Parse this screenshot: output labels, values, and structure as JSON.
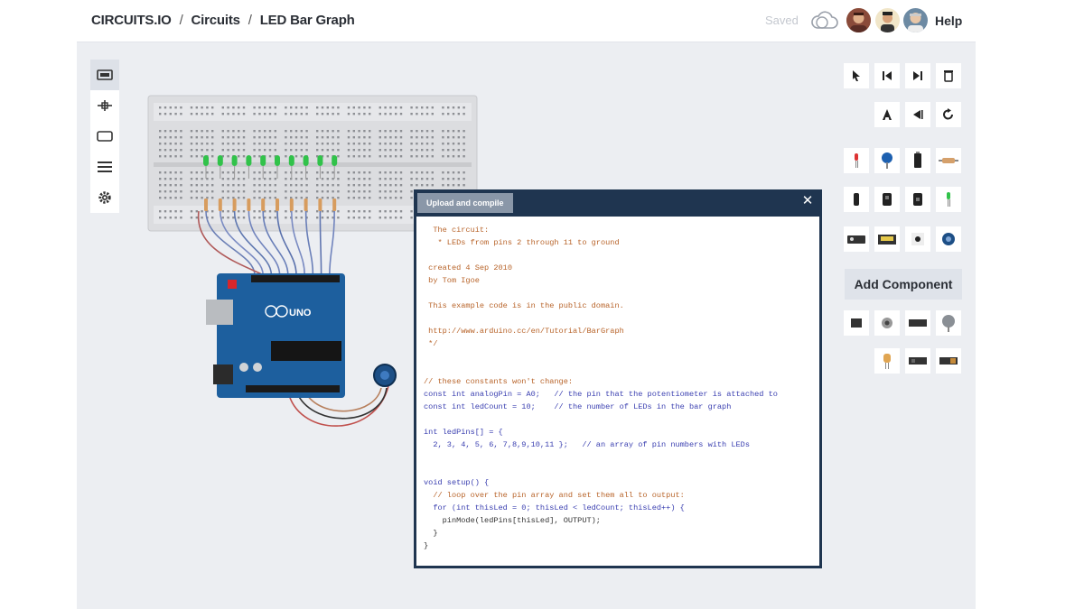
{
  "header": {
    "brand": "CIRCUITS.IO",
    "crumb_1": "Circuits",
    "crumb_2": "LED Bar Graph",
    "separator": "/",
    "save_label": "Saved",
    "help_label": "Help"
  },
  "code_window": {
    "tab_label": "Upload and compile",
    "close_glyph": "✕",
    "lines": [
      {
        "cls": "c",
        "text": "  The circuit:"
      },
      {
        "cls": "c",
        "text": "   * LEDs from pins 2 through 11 to ground"
      },
      {
        "cls": "c",
        "text": ""
      },
      {
        "cls": "c",
        "text": " created 4 Sep 2010"
      },
      {
        "cls": "c",
        "text": " by Tom Igoe"
      },
      {
        "cls": "c",
        "text": ""
      },
      {
        "cls": "c",
        "text": " This example code is in the public domain."
      },
      {
        "cls": "c",
        "text": ""
      },
      {
        "cls": "c",
        "text": " http://www.arduino.cc/en/Tutorial/BarGraph"
      },
      {
        "cls": "c",
        "text": " */"
      },
      {
        "cls": "p",
        "text": ""
      },
      {
        "cls": "p",
        "text": ""
      },
      {
        "cls": "cm",
        "text": "// these constants won't change:"
      },
      {
        "cls": "k",
        "text": "const int analogPin = A0;   // the pin that the potentiometer is attached to"
      },
      {
        "cls": "k",
        "text": "const int ledCount = 10;    // the number of LEDs in the bar graph"
      },
      {
        "cls": "p",
        "text": ""
      },
      {
        "cls": "k",
        "text": "int ledPins[] = {"
      },
      {
        "cls": "k",
        "text": "  2, 3, 4, 5, 6, 7,8,9,10,11 };   // an array of pin numbers with LEDs"
      },
      {
        "cls": "p",
        "text": ""
      },
      {
        "cls": "p",
        "text": ""
      },
      {
        "cls": "k",
        "text": "void setup() {"
      },
      {
        "cls": "cm",
        "text": "  // loop over the pin array and set them all to output:"
      },
      {
        "cls": "k",
        "text": "  for (int thisLed = 0; thisLed < ledCount; thisLed++) {"
      },
      {
        "cls": "p",
        "text": "    pinMode(ledPins[thisLed], OUTPUT);"
      },
      {
        "cls": "p",
        "text": "  }"
      },
      {
        "cls": "p",
        "text": "}"
      }
    ]
  },
  "right_panel": {
    "add_component_label": "Add Component"
  },
  "colors": {
    "accent_dark": "#1f3550",
    "arduino_blue": "#1d5f9e",
    "led_green": "#31c24a"
  },
  "icons": {
    "left_rail": [
      "breadboard-icon",
      "component-icon",
      "board-icon",
      "list-icon",
      "gear-icon"
    ],
    "toolbar": [
      "pointer-icon",
      "step-back-icon",
      "step-forward-icon",
      "trash-icon",
      "rotate-label-icon",
      "flip-icon",
      "redo-icon"
    ]
  }
}
